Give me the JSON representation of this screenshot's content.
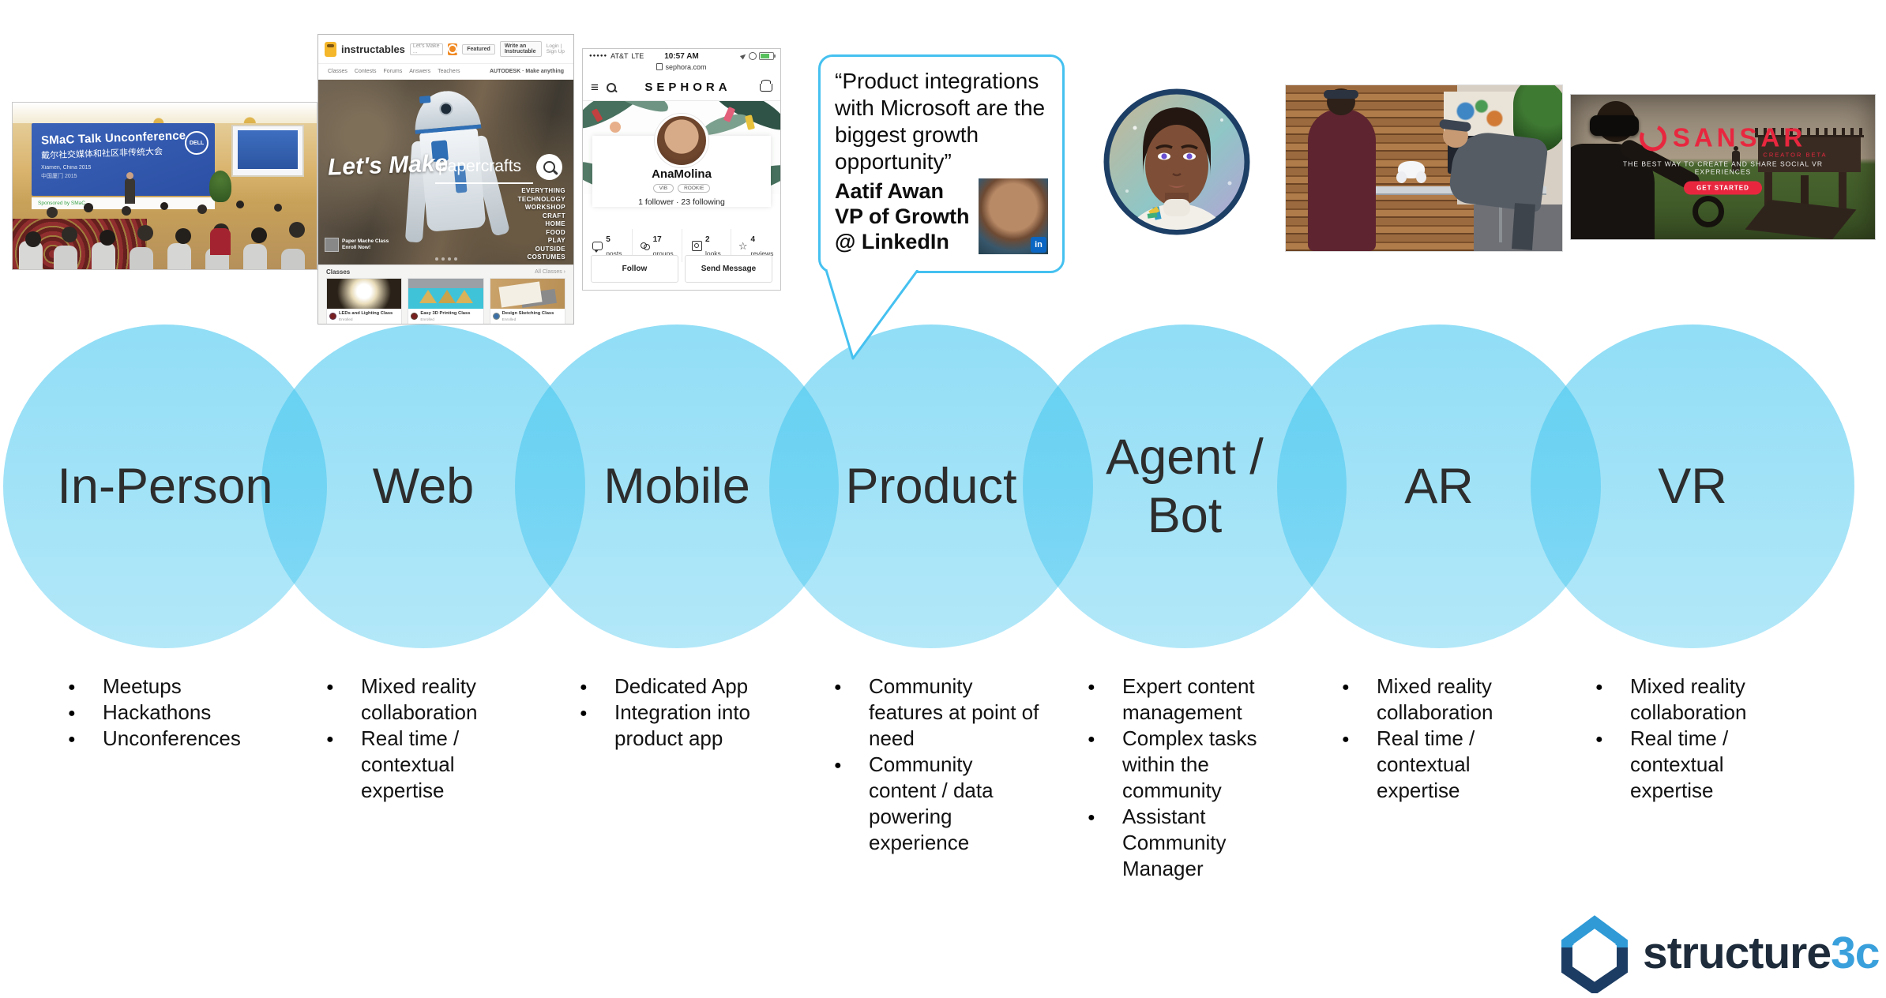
{
  "channels": [
    {
      "label": "In-Person",
      "bullets": [
        "Meetups",
        "Hackathons",
        "Unconferences"
      ]
    },
    {
      "label": "Web",
      "bullets": [
        "Mixed reality collaboration",
        "Real time / contextual expertise"
      ]
    },
    {
      "label": "Mobile",
      "bullets": [
        "Dedicated App",
        "Integration into product app"
      ]
    },
    {
      "label": "Product",
      "bullets": [
        "Community features at point of need",
        "Community content / data powering experience"
      ]
    },
    {
      "label": "Agent / Bot",
      "bullets": [
        "Expert content management",
        "Complex tasks within the community",
        "Assistant Community Manager"
      ]
    },
    {
      "label": "AR",
      "bullets": [
        "Mixed reality collaboration",
        "Real time / contextual expertise"
      ]
    },
    {
      "label": "VR",
      "bullets": [
        "Mixed reality collaboration",
        "Real time / contextual expertise"
      ]
    }
  ],
  "quote": {
    "text": "“Product integrations with Microsoft are the biggest growth opportunity”",
    "name": "Aatif Awan",
    "title": "VP of Growth @ LinkedIn",
    "badge": "in"
  },
  "conference": {
    "banner_title": "SMaC Talk Unconference",
    "banner_subtitle": "戴尔社交媒体和社区非传统大会",
    "banner_location": "Xiamen, China 2015",
    "banner_location_cn": "中国厦门  2015",
    "brand": "DELL",
    "sponsor_strip": "Sponsored by SMaC"
  },
  "instructables": {
    "brand": "instructables",
    "header_search_placeholder": "Let's Make ...",
    "featured_button": "Featured",
    "write_button": "Write an Instructable",
    "login": "Login | Sign Up",
    "nav": [
      "Classes",
      "Contests",
      "Forums",
      "Answers",
      "Teachers"
    ],
    "nav_right": "AUTODESK · Make anything",
    "hero_title": "Let's Make",
    "hero_search_value": "papercrafts",
    "hero_categories": [
      "EVERYTHING",
      "TECHNOLOGY",
      "WORKSHOP",
      "CRAFT",
      "HOME",
      "FOOD",
      "PLAY",
      "OUTSIDE",
      "COSTUMES"
    ],
    "hero_promo_title": "Paper Mache Class",
    "hero_promo_cta": "Enroll Now!",
    "classes_header": "Classes",
    "all_classes_link": "All Classes ›",
    "cards": [
      {
        "title": "LEDs and Lighting Class",
        "sub": "Enrolled"
      },
      {
        "title": "Easy 3D Printing Class",
        "sub": "Enrolled"
      },
      {
        "title": "Design Sketching Class",
        "sub": "Enrolled"
      }
    ]
  },
  "sephora": {
    "signal": "●●●●●",
    "carrier": "AT&T",
    "network": "LTE",
    "time": "10:57 AM",
    "url": "sephora.com",
    "brand": "SEPHORA",
    "menu_icon": "≡",
    "username": "AnaMolina",
    "badge_vib": "VIB",
    "badge_rookie": "ROOKIE",
    "follow_line": "1 follower  ·  23 following",
    "stats": [
      {
        "value": "5",
        "label": "posts"
      },
      {
        "value": "17",
        "label": "groups"
      },
      {
        "value": "2",
        "label": "looks"
      },
      {
        "value": "4",
        "label": "reviews"
      }
    ],
    "star": "☆",
    "follow_button": "Follow",
    "message_button": "Send Message"
  },
  "vr_site": {
    "brand": "SANSAR",
    "beta": "CREATOR BETA",
    "tagline": "THE BEST WAY TO CREATE AND SHARE SOCIAL VR EXPERIENCES",
    "cta": "GET STARTED"
  },
  "logo": {
    "text_dark": "structure",
    "text_accent": "3c"
  },
  "colors": {
    "circle_blue": "#41c5ef",
    "bubble_border": "#45c1f0",
    "accent_blue": "#3aa0dc",
    "navy": "#1c3c63",
    "sansar_red": "#e8273f"
  }
}
